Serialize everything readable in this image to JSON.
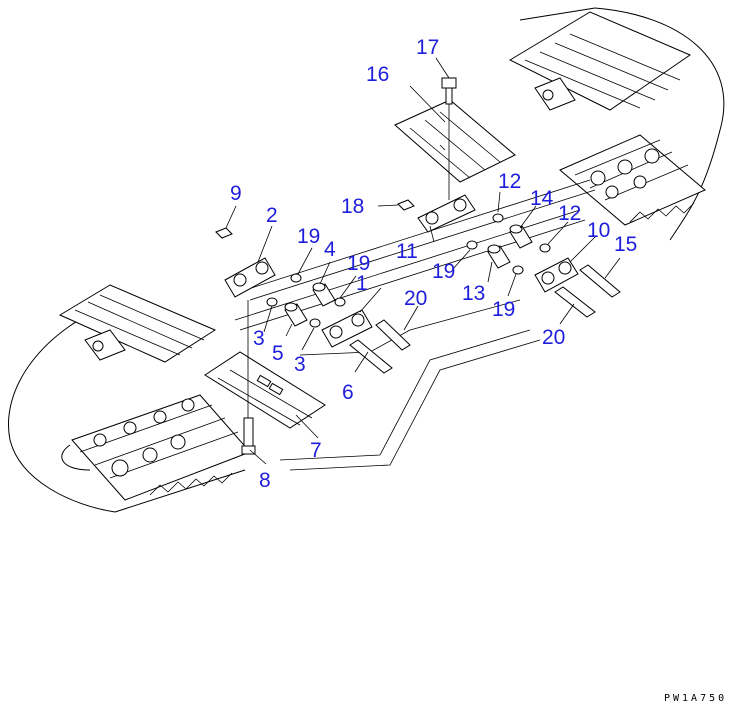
{
  "diagram": {
    "drawing_code": "PW1A750",
    "callouts": [
      {
        "id": "callout-1",
        "label": "1"
      },
      {
        "id": "callout-2",
        "label": "2"
      },
      {
        "id": "callout-3a",
        "label": "3"
      },
      {
        "id": "callout-3b",
        "label": "3"
      },
      {
        "id": "callout-4",
        "label": "4"
      },
      {
        "id": "callout-5",
        "label": "5"
      },
      {
        "id": "callout-6",
        "label": "6"
      },
      {
        "id": "callout-7",
        "label": "7"
      },
      {
        "id": "callout-8",
        "label": "8"
      },
      {
        "id": "callout-9",
        "label": "9"
      },
      {
        "id": "callout-10",
        "label": "10"
      },
      {
        "id": "callout-11",
        "label": "11"
      },
      {
        "id": "callout-12a",
        "label": "12"
      },
      {
        "id": "callout-12b",
        "label": "12"
      },
      {
        "id": "callout-13",
        "label": "13"
      },
      {
        "id": "callout-14",
        "label": "14"
      },
      {
        "id": "callout-15",
        "label": "15"
      },
      {
        "id": "callout-16",
        "label": "16"
      },
      {
        "id": "callout-17",
        "label": "17"
      },
      {
        "id": "callout-18",
        "label": "18"
      },
      {
        "id": "callout-19a",
        "label": "19"
      },
      {
        "id": "callout-19b",
        "label": "19"
      },
      {
        "id": "callout-19c",
        "label": "19"
      },
      {
        "id": "callout-19d",
        "label": "19"
      },
      {
        "id": "callout-20a",
        "label": "20"
      },
      {
        "id": "callout-20b",
        "label": "20"
      }
    ]
  }
}
